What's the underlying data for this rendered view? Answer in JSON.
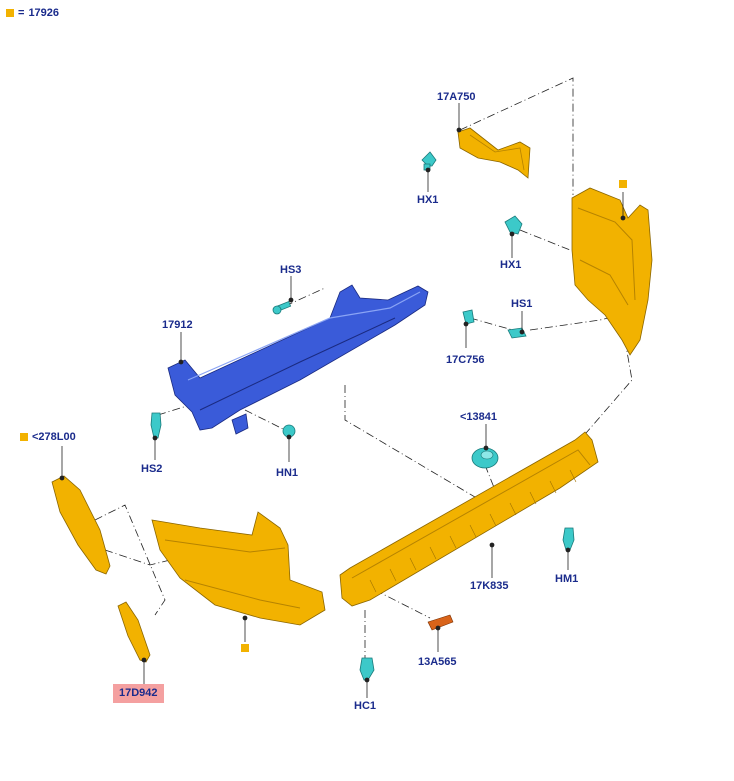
{
  "legend": {
    "symbol": "=",
    "part": "17926"
  },
  "colors": {
    "part_yellow": "#f2b200",
    "reinforcement_blue": "#3a5bd9",
    "fastener_teal": "#3cc9c9",
    "highlight_pink": "#f4a0a0",
    "label_navy": "#1a2b8c",
    "orange_part": "#d9641a"
  },
  "labels": {
    "p17A750": "17A750",
    "hx1_top": "HX1",
    "hx1_mid": "HX1",
    "hs3": "HS3",
    "hs1": "HS1",
    "p17912": "17912",
    "p17C756": "17C756",
    "p13841": "<13841",
    "p278L00": "<278L00",
    "hs2": "HS2",
    "hn1": "HN1",
    "p17K835": "17K835",
    "hm1": "HM1",
    "p13A565": "13A565",
    "p17D942": "17D942",
    "hc1": "HC1"
  }
}
